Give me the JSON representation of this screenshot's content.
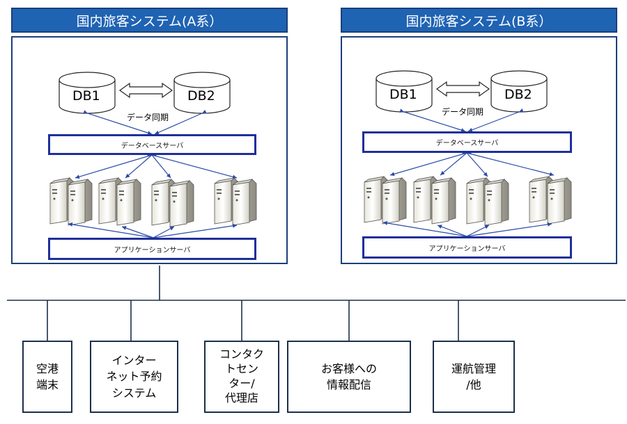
{
  "system_a": {
    "title": "国内旅客システム(A系）",
    "db1": "DB1",
    "db2": "DB2",
    "sync_label": "データ同期",
    "db_server": "データベースサーバ",
    "app_server": "アプリケーションサーバ"
  },
  "system_b": {
    "title": "国内旅客システム(B系）",
    "db1": "DB1",
    "db2": "DB2",
    "sync_label": "データ同期",
    "db_server": "データベースサーバ",
    "app_server": "アプリケーションサーバ"
  },
  "terminals": [
    {
      "label": "空港\n端末"
    },
    {
      "label": "インター\nネット予約\nシステム"
    },
    {
      "label": "コンタク\nトセン\nター/\n代理店"
    },
    {
      "label": "お客様への\n情報配信"
    },
    {
      "label": "運航管理\n/他"
    }
  ],
  "colors": {
    "title_bg": "#1f63b3",
    "frame": "#1b3f7a",
    "server_box": "#1f2f9a",
    "arrow": "#2a4aa8"
  }
}
